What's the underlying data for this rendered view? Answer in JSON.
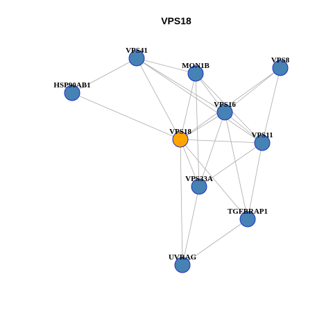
{
  "title": "VPS18",
  "colors": {
    "node_default": "#4682b4",
    "node_focus": "#ffa500",
    "node_border": "#1d2fbf",
    "edge": "#aaaaaa"
  },
  "nodes": [
    {
      "id": "VPS18",
      "label": "VPS18",
      "focus": true
    },
    {
      "id": "VPS41",
      "label": "VPS41",
      "focus": false
    },
    {
      "id": "MON1B",
      "label": "MON1B",
      "focus": false
    },
    {
      "id": "VPS8",
      "label": "VPS8",
      "focus": false
    },
    {
      "id": "HSP90AB1",
      "label": "HSP90AB1",
      "focus": false
    },
    {
      "id": "VPS16",
      "label": "VPS16",
      "focus": false
    },
    {
      "id": "VPS11",
      "label": "VPS11",
      "focus": false
    },
    {
      "id": "VPS33A",
      "label": "VPS33A",
      "focus": false
    },
    {
      "id": "TGFBRAP1",
      "label": "TGFBRAP1",
      "focus": false
    },
    {
      "id": "UVRAG",
      "label": "UVRAG",
      "focus": false
    }
  ],
  "edges": [
    [
      "VPS41",
      "HSP90AB1"
    ],
    [
      "VPS41",
      "MON1B"
    ],
    [
      "VPS41",
      "VPS16"
    ],
    [
      "VPS41",
      "VPS18"
    ],
    [
      "VPS41",
      "VPS11"
    ],
    [
      "MON1B",
      "VPS16"
    ],
    [
      "MON1B",
      "VPS18"
    ],
    [
      "MON1B",
      "VPS11"
    ],
    [
      "MON1B",
      "VPS33A"
    ],
    [
      "VPS8",
      "VPS16"
    ],
    [
      "VPS8",
      "VPS11"
    ],
    [
      "VPS8",
      "VPS18"
    ],
    [
      "HSP90AB1",
      "VPS18"
    ],
    [
      "VPS16",
      "VPS18"
    ],
    [
      "VPS16",
      "VPS11"
    ],
    [
      "VPS16",
      "VPS33A"
    ],
    [
      "VPS16",
      "TGFBRAP1"
    ],
    [
      "VPS18",
      "VPS11"
    ],
    [
      "VPS18",
      "VPS33A"
    ],
    [
      "VPS18",
      "UVRAG"
    ],
    [
      "VPS18",
      "TGFBRAP1"
    ],
    [
      "VPS11",
      "VPS33A"
    ],
    [
      "VPS11",
      "TGFBRAP1"
    ],
    [
      "VPS33A",
      "UVRAG"
    ],
    [
      "TGFBRAP1",
      "UVRAG"
    ]
  ]
}
